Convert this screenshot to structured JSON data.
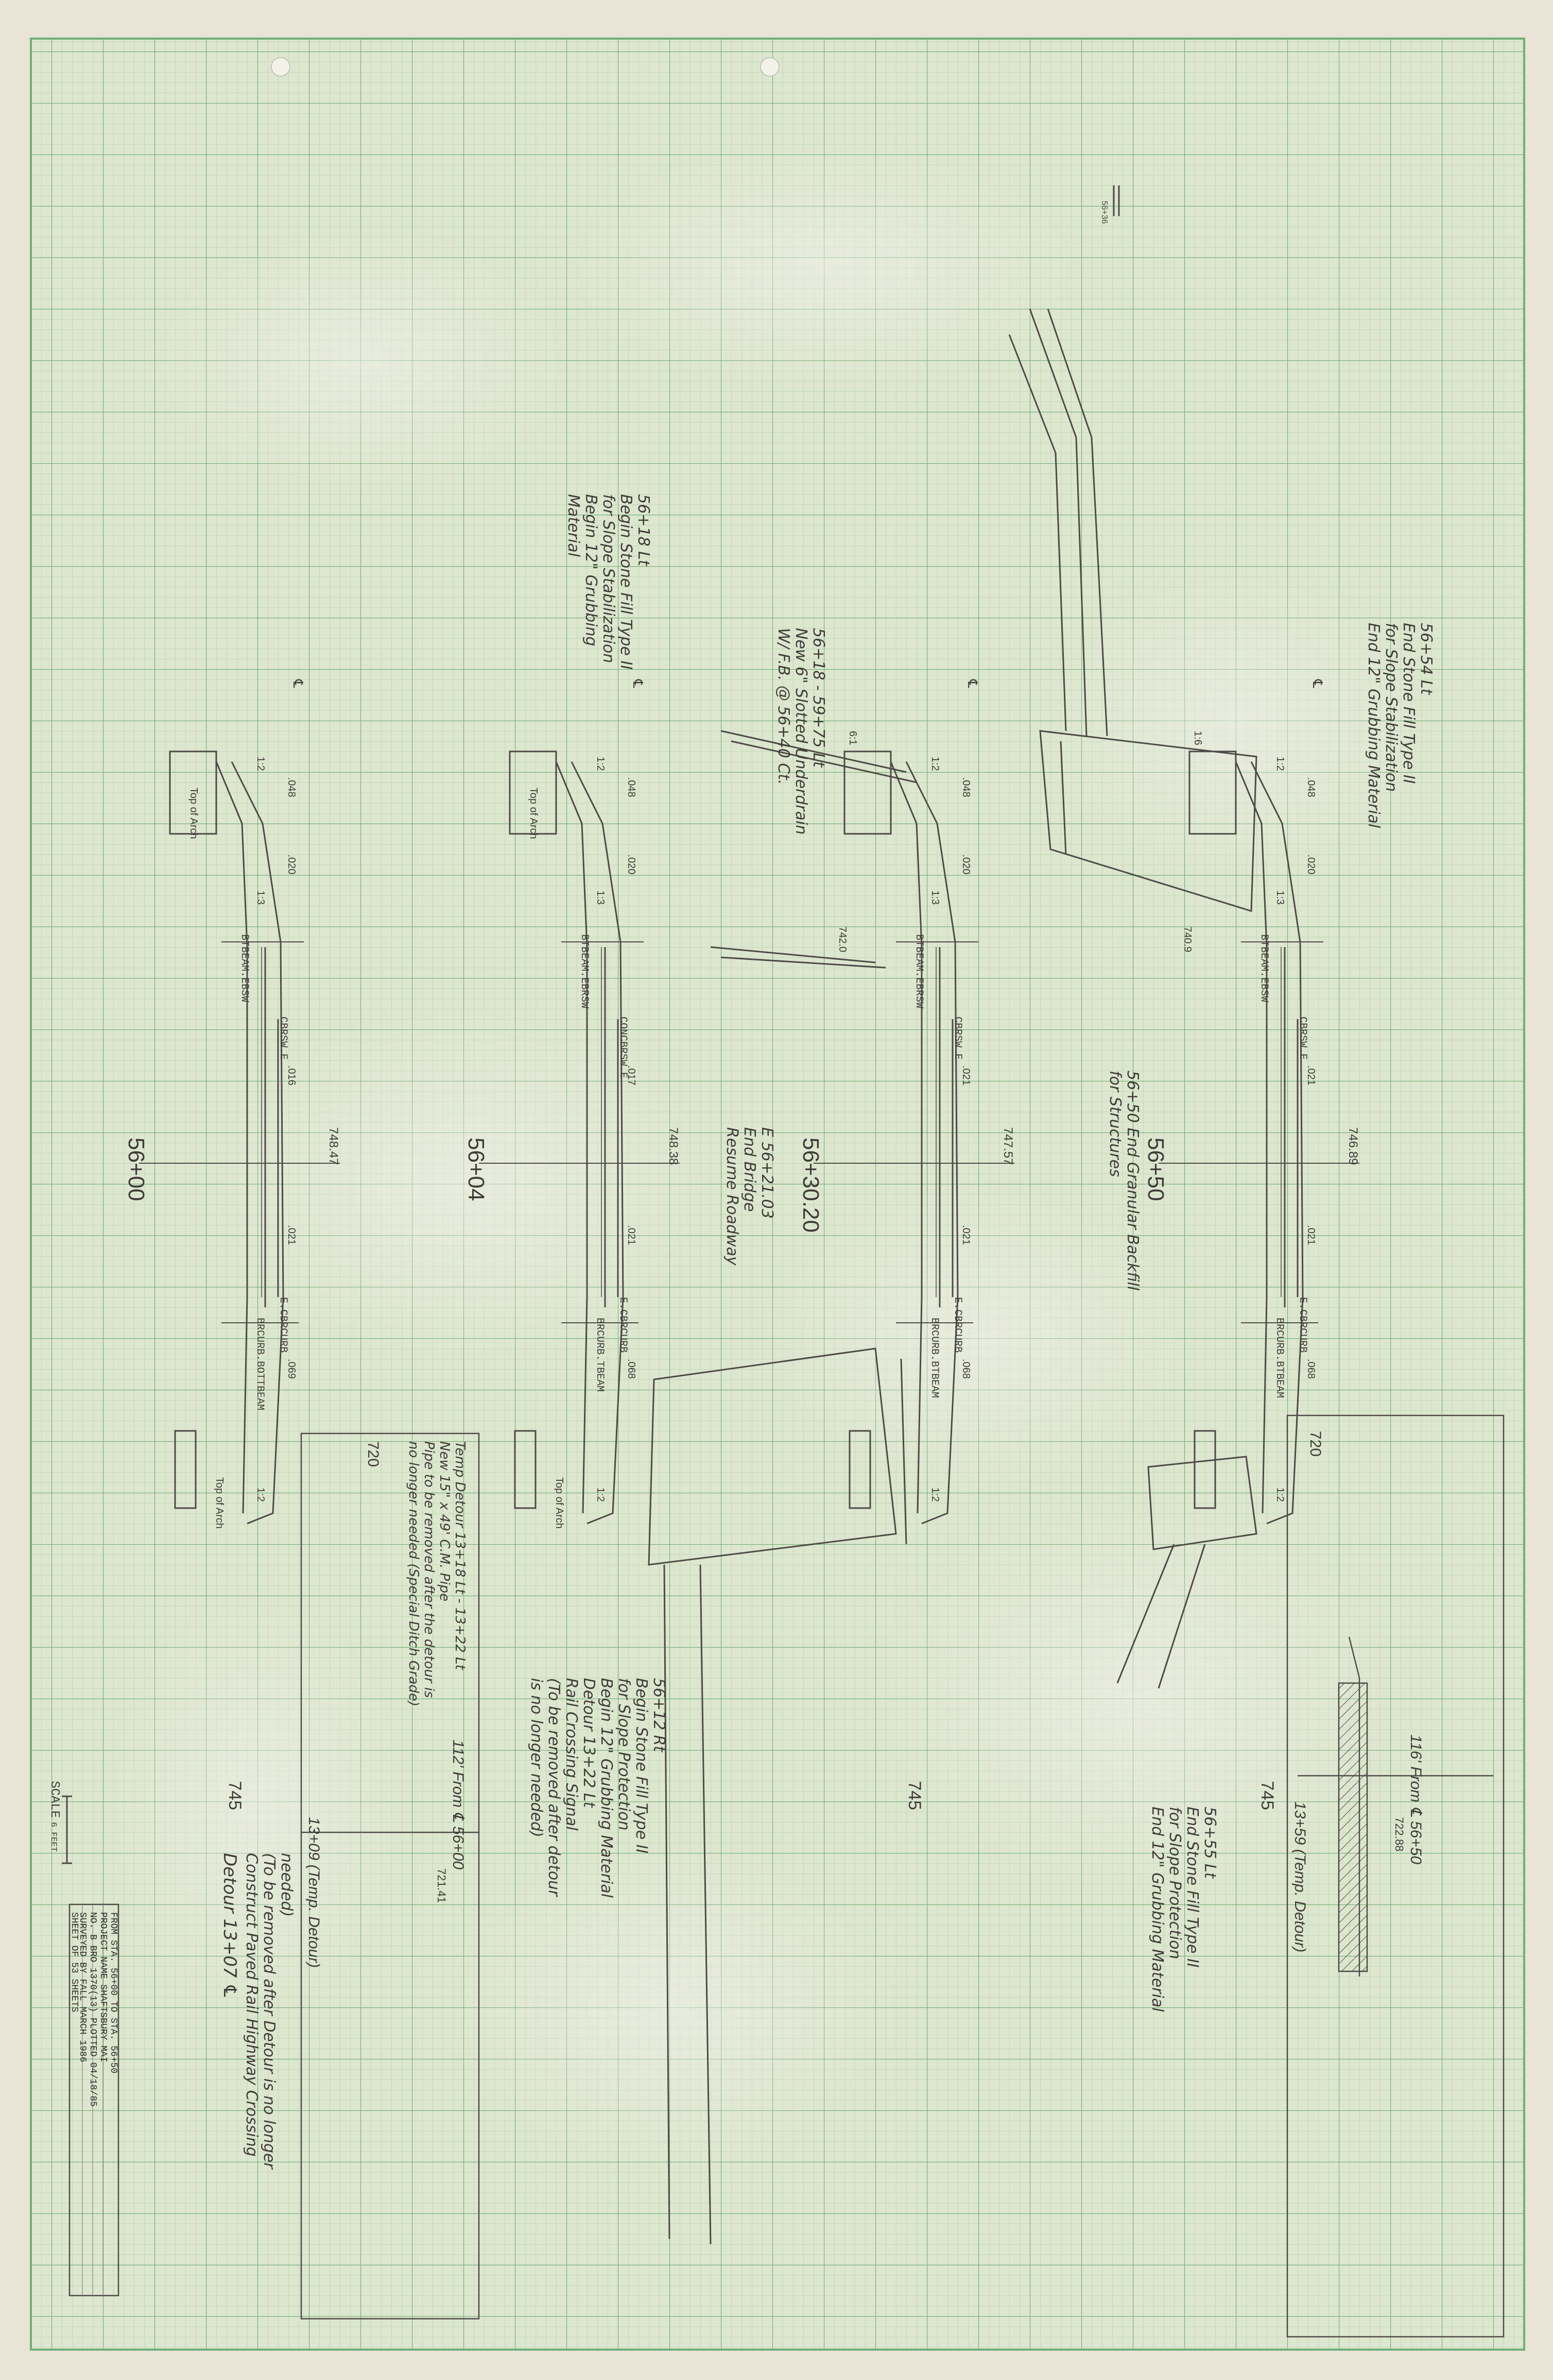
{
  "colors": {
    "paper": "#dde6cf",
    "grid_minor": "#a9cfa6",
    "grid_major": "#6fae76",
    "pencil": "#4e4a47",
    "pencil_light": "#7b7671",
    "stain": "#f3f1ea",
    "margin": "#e9e4d6"
  },
  "tick": "56+36",
  "centerline_symbol": "℄",
  "sections": [
    {
      "station": "56+00",
      "elevation": "748.47",
      "labels": [
        "BTBEAM.EBSW",
        "CBRSW.E",
        "E.CBRCURB",
        "BRCURB.BOTTBEAM"
      ],
      "slopes": [
        ".048",
        ".020",
        ".016",
        ".021",
        ".069"
      ],
      "ratios": [
        "1:2",
        "1:3",
        "1:2"
      ],
      "arch_top": "Top of Arch",
      "arch_bottom": "Top of Arch"
    },
    {
      "station": "56+04",
      "elevation": "748.38",
      "labels": [
        "BTBEAM.EBRSW",
        "CONCBRSW.E",
        "E.CBRCURB",
        "BRCURB.TBEAM"
      ],
      "slopes": [
        ".048",
        ".020",
        ".017",
        ".021",
        ".068"
      ],
      "ratios": [
        "1:2",
        "1:3",
        "1:2"
      ],
      "arch_top": "Top of Arch",
      "arch_bottom": "Top of Arch"
    },
    {
      "station": "56+30.20",
      "elevation": "747.57",
      "labels": [
        "BTBEAM.EBRSW",
        "CBRSW.E",
        "E.CBRCURB",
        "BRCURB.BTBEAM"
      ],
      "slopes": [
        ".048",
        ".020",
        ".021",
        ".021",
        ".068"
      ],
      "ratios": [
        "1:2",
        "1:3",
        "1:2",
        "6:1"
      ],
      "side_elevation": "742.0"
    },
    {
      "station": "56+50",
      "elevation": "746.89",
      "labels": [
        "BTBEAM.EBSW",
        "CBRSW.E",
        "E.CBRCURB",
        "BRCURB.BTBEAM"
      ],
      "slopes": [
        ".048",
        ".020",
        ".021",
        ".021",
        ".068"
      ],
      "ratios": [
        "1:2",
        "1:3",
        "1:2",
        "1:6"
      ],
      "side_elevation": "740.9"
    }
  ],
  "notes": {
    "n1": [
      "56+54 Lt",
      "End Stone Fill Type II",
      "for Slope Stabilization",
      "End 12\" Grubbing Material"
    ],
    "n2": [
      "56+18 - 59+75 Lt",
      "New 6\" Slotted Underdrain",
      "W/ F.B. @ 56+40 Ct."
    ],
    "n3": [
      "56+18 Lt",
      "Begin Stone Fill Type II",
      "for Slope Stabilization",
      "Begin 12\" Grubbing",
      "Material"
    ],
    "n4": [
      "56+50 End Granular Backfill",
      "for Structures"
    ],
    "n5": [
      "E 56+21.03",
      "End Bridge",
      "Resume Roadway"
    ],
    "n6": [
      "Temp Detour 13+18 Lt - 13+22 Lt",
      "New 15\" x 49' C.M. Pipe",
      "Pipe to be removed after the detour is",
      "no longer needed (Special Ditch Grade)"
    ],
    "n7": [
      "56+12 Rt",
      "Begin Stone Fill Type II",
      "for Slope Protection",
      "Begin 12\" Grubbing Material",
      "Detour 13+22 Lt",
      "Rail Crossing Signal",
      "(To be removed after detour",
      "is no longer needed)"
    ],
    "n8": [
      "56+55 Lt",
      "End Stone Fill Type II",
      "for Slope Protection",
      "End 12\" Grubbing Material"
    ],
    "n9": [
      "Detour 13+07 ℄",
      "Construct Paved Rail Highway Crossing",
      "(To be removed after Detour is no longer",
      "needed)"
    ]
  },
  "detour_left": {
    "top_elev": "720",
    "bottom_elev": "745",
    "station": "13+09 (Temp. Detour)",
    "offset": "112' From ℄ 56+00",
    "elev": "721.41"
  },
  "detour_right": {
    "top_elev": "720",
    "bottom_elev": "745",
    "station": "13+59 (Temp. Detour)",
    "offset": "116' From ℄ 56+50",
    "elev": "722.88"
  },
  "mid_elev": "745",
  "scale": {
    "label": "SCALE",
    "unit": "6 FEET"
  },
  "title_block": {
    "line1": "FROM STA.  56+00    TO STA.  56+50",
    "line2": "PROJECT NAME  SHAFTSBURY  MAI",
    "line3": "NO.  B BRO 1370(13)   PLOTTED 04/18/85",
    "line4": "SURVEYED BY   FALL         MARCH 1986",
    "line5": "SHEET    OF   53 SHEETS"
  }
}
